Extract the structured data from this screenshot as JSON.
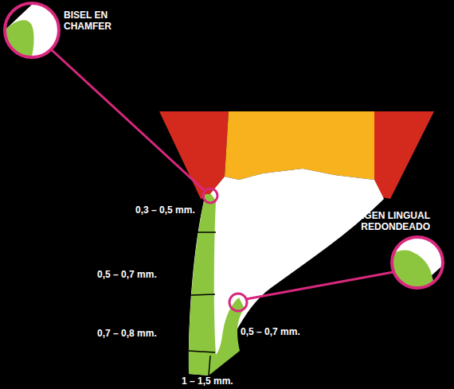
{
  "diagram": {
    "labels": [
      "BISEL EN CHAMFER",
      "0,3 – 0,5 mm.",
      "0,5 – 0,7 mm.",
      "0,7 – 0,8 mm.",
      "1 – 1,5 mm.",
      "0,5 – 0,7 mm.",
      "MARGEN LINGUAL REDONDEADO"
    ]
  }
}
